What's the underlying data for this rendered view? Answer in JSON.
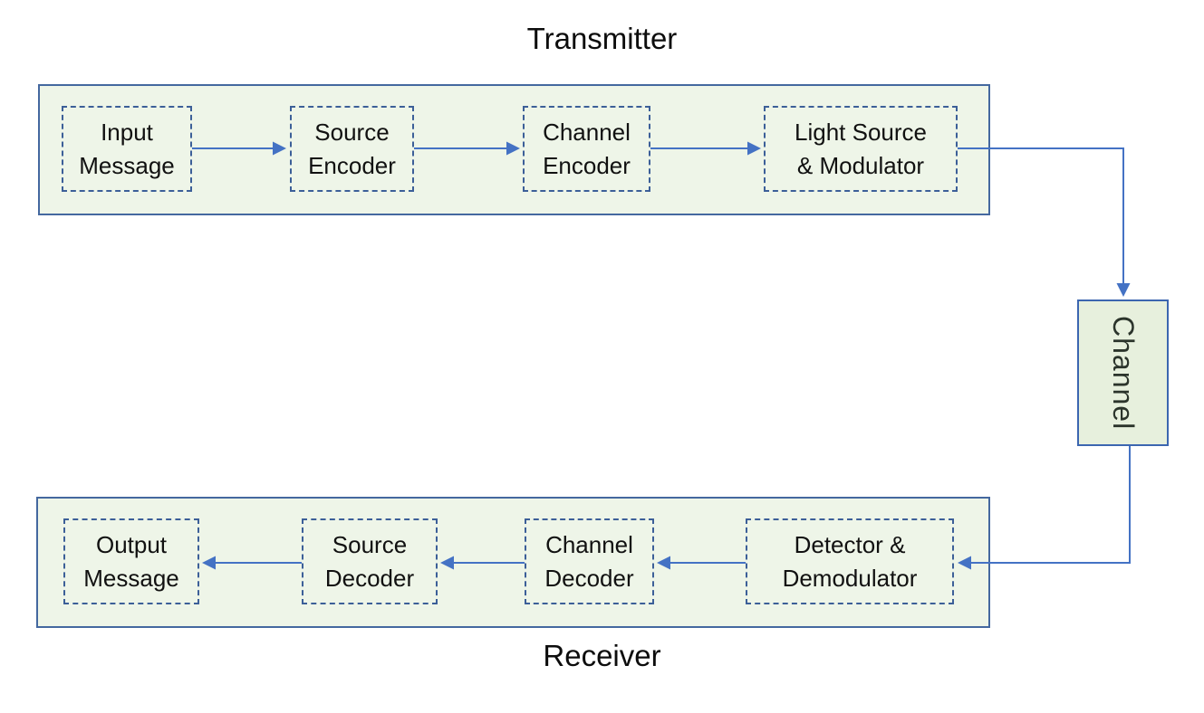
{
  "diagram_type": "block-diagram",
  "subject": "optical communication system",
  "colors": {
    "group_fill": "#eef5e8",
    "group_border": "#44689f",
    "dashed_border": "#3c5f98",
    "channel_fill": "#e7f0dd",
    "channel_border": "#3c66b0",
    "connector": "#4472c4",
    "text": "#111111",
    "page_background": "#ffffff"
  },
  "transmitter": {
    "title": "Transmitter",
    "nodes": {
      "input_message": "Input\nMessage",
      "source_encoder": "Source\nEncoder",
      "channel_encoder": "Channel\nEncoder",
      "light_source": "Light Source\n& Modulator"
    }
  },
  "channel": {
    "label": "Channel"
  },
  "receiver": {
    "title": "Receiver",
    "nodes": {
      "detector": "Detector &\nDemodulator",
      "channel_decoder": "Channel\nDecoder",
      "source_decoder": "Source\nDecoder",
      "output_message": "Output\nMessage"
    }
  },
  "connections": [
    {
      "from": "Input Message",
      "to": "Source Encoder"
    },
    {
      "from": "Source Encoder",
      "to": "Channel Encoder"
    },
    {
      "from": "Channel Encoder",
      "to": "Light Source & Modulator"
    },
    {
      "from": "Light Source & Modulator",
      "to": "Channel"
    },
    {
      "from": "Channel",
      "to": "Detector & Demodulator"
    },
    {
      "from": "Detector & Demodulator",
      "to": "Channel Decoder"
    },
    {
      "from": "Channel Decoder",
      "to": "Source Decoder"
    },
    {
      "from": "Source Decoder",
      "to": "Output Message"
    }
  ]
}
